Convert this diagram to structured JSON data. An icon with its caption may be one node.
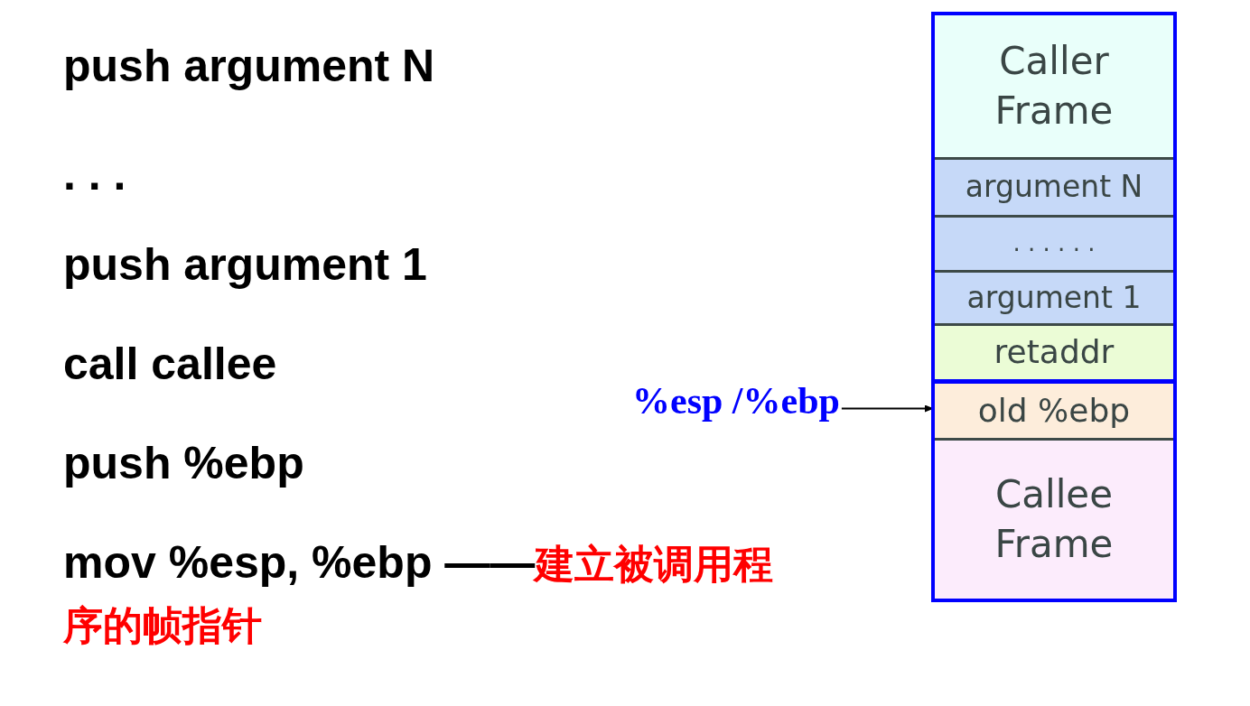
{
  "diagram": {
    "nodes": [
      {
        "text": [],
        "shape": "box"
      },
      {
        "text": [
          "Caller Frame"
        ],
        "in": 0
      },
      {
        "text": [
          "argument N"
        ],
        "in": 0
      },
      {
        "text": [
          ". . . . . ."
        ],
        "in": 0
      },
      {
        "text": [
          "argument 1"
        ],
        "in": 0
      },
      {
        "text": [
          "retaddr"
        ],
        "in": 0
      },
      {
        "text": [
          "old %ebp"
        ],
        "in": 0
      },
      {
        "text": [
          "Callee Frame"
        ],
        "in": 0
      },
      {
        "text": [
          "%esp /%ebp"
        ]
      }
    ],
    "edges": [
      {
        "from": 8,
        "to": 6,
        "arrow": "to"
      }
    ],
    "labels": [
      "push argument N",
      ". . .",
      "push argument 1",
      "call callee",
      "push %ebp",
      "mov %esp, %ebp ——",
      "建立被调用程序的帧指针"
    ]
  }
}
